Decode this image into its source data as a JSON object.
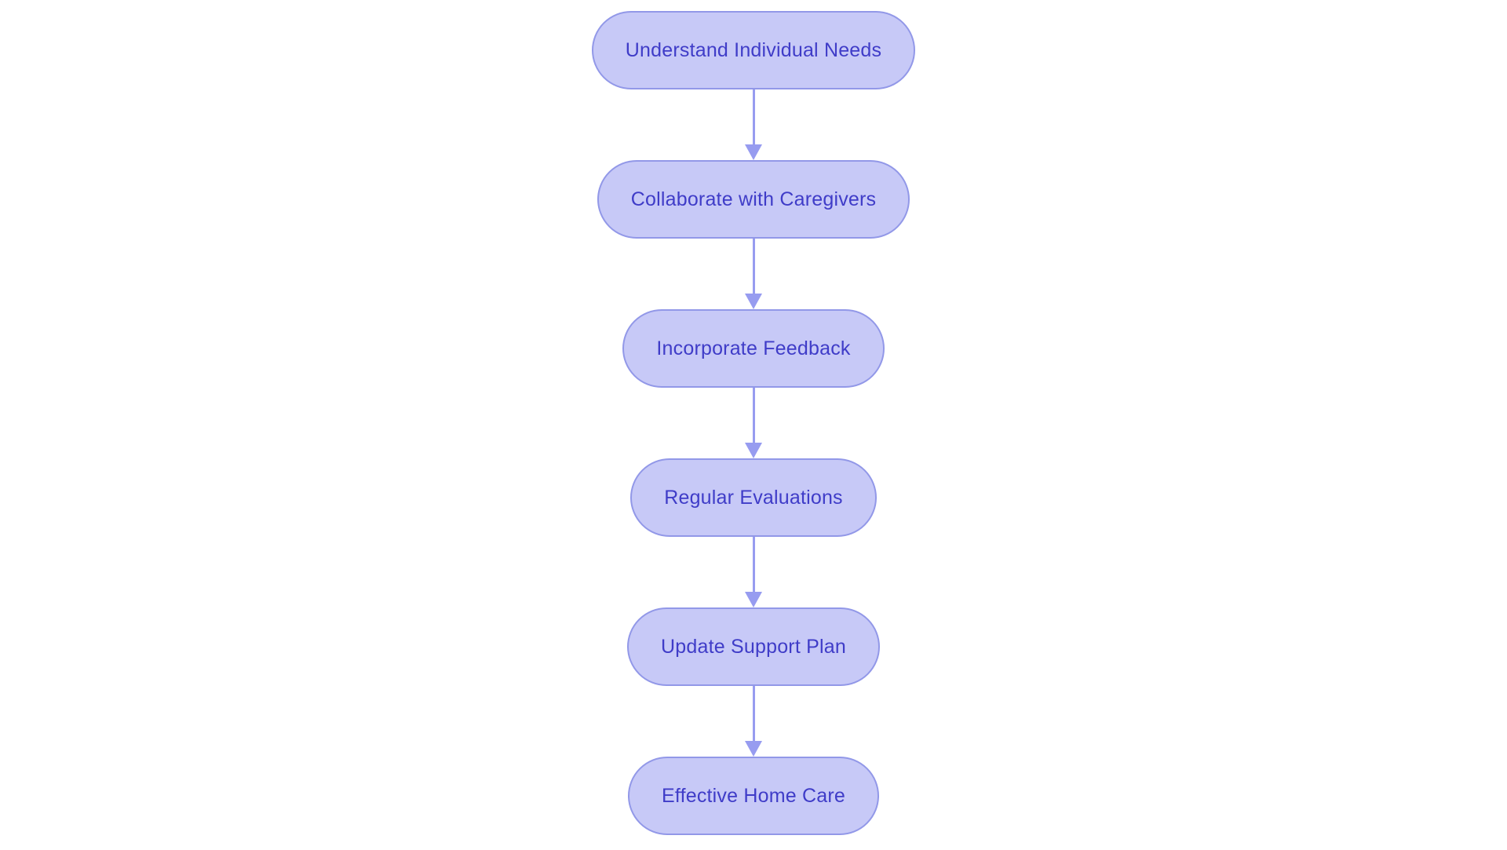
{
  "flowchart": {
    "type": "flowchart",
    "direction": "top-down",
    "theme": {
      "canvas_bg": "#ffffff",
      "node_fill": "#c7c9f7",
      "node_border": "#9298e8",
      "node_text": "#3f3cc8",
      "arrow_color": "#979cf0"
    },
    "nodes": [
      {
        "id": "understand-individual-needs",
        "label": "Understand Individual Needs"
      },
      {
        "id": "collaborate-with-caregivers",
        "label": "Collaborate with Caregivers"
      },
      {
        "id": "incorporate-feedback",
        "label": "Incorporate Feedback"
      },
      {
        "id": "regular-evaluations",
        "label": "Regular Evaluations"
      },
      {
        "id": "update-support-plan",
        "label": "Update Support Plan"
      },
      {
        "id": "effective-home-care",
        "label": "Effective Home Care"
      }
    ],
    "edges": [
      {
        "from": "understand-individual-needs",
        "to": "collaborate-with-caregivers"
      },
      {
        "from": "collaborate-with-caregivers",
        "to": "incorporate-feedback"
      },
      {
        "from": "incorporate-feedback",
        "to": "regular-evaluations"
      },
      {
        "from": "regular-evaluations",
        "to": "update-support-plan"
      },
      {
        "from": "update-support-plan",
        "to": "effective-home-care"
      }
    ]
  }
}
